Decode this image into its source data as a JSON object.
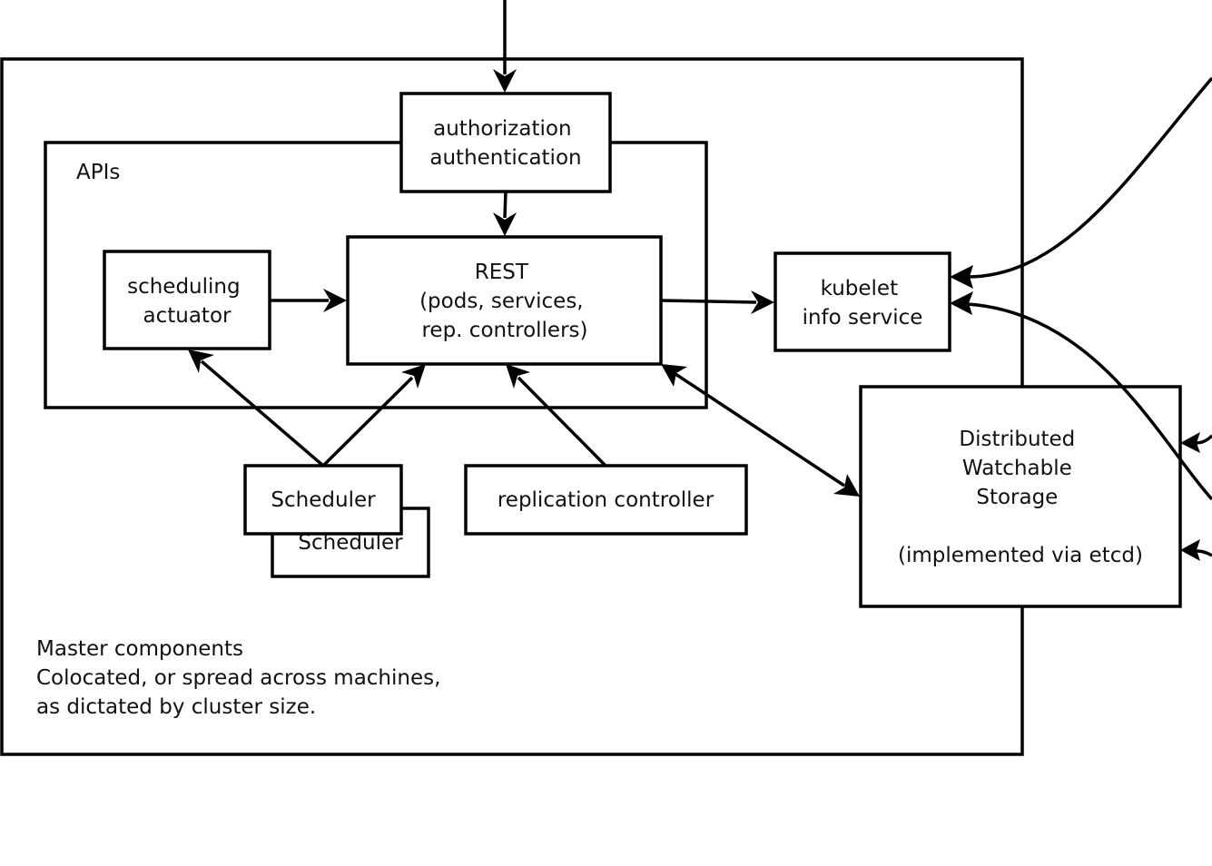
{
  "diagram": {
    "colors": {
      "stroke": "#000000",
      "text": "#111111",
      "background": "#ffffff"
    },
    "master_note": [
      "Master components",
      "Colocated, or spread across machines,",
      "as dictated by cluster size."
    ],
    "apis_label": "APIs",
    "nodes": {
      "auth": [
        "authorization",
        "authentication"
      ],
      "rest": [
        "REST",
        "(pods, services,",
        "rep. controllers)"
      ],
      "scheduling_actuator": [
        "scheduling",
        "actuator"
      ],
      "kubelet": [
        "kubelet",
        "info service"
      ],
      "storage": [
        "Distributed",
        "Watchable",
        "Storage",
        "",
        "(implemented via etcd)"
      ],
      "scheduler": "Scheduler",
      "scheduler_back": "Scheduler",
      "replication_controller": "replication controller"
    },
    "edges": [
      {
        "from": "external-top",
        "to": "auth"
      },
      {
        "from": "auth",
        "to": "rest"
      },
      {
        "from": "scheduling_actuator",
        "to": "rest"
      },
      {
        "from": "rest",
        "to": "kubelet"
      },
      {
        "from": "scheduler",
        "to": "scheduling_actuator"
      },
      {
        "from": "scheduler",
        "to": "rest"
      },
      {
        "from": "replication_controller",
        "to": "rest"
      },
      {
        "from": "rest",
        "to": "storage",
        "bidirectional": true
      },
      {
        "from": "external-right",
        "to": "kubelet"
      },
      {
        "from": "external-right",
        "to": "storage"
      }
    ]
  }
}
